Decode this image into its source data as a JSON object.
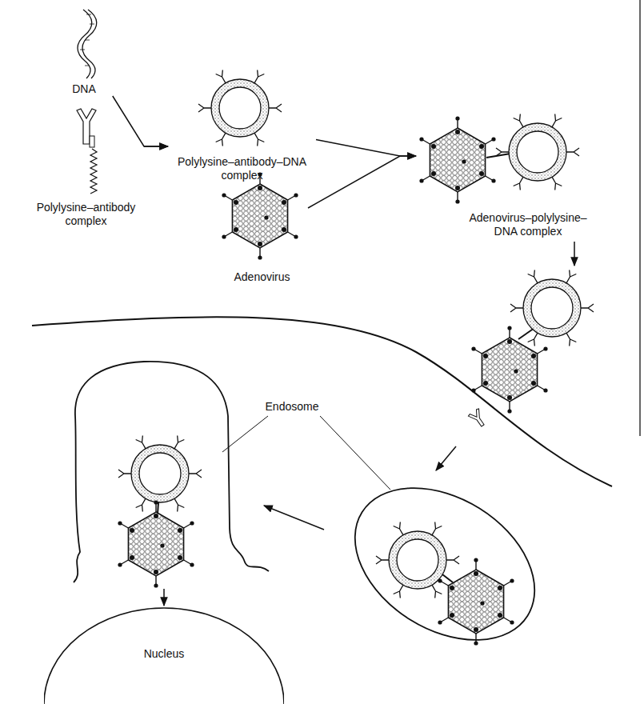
{
  "diagram": {
    "nodes": [
      {
        "text": [
          "DNA"
        ]
      },
      {
        "text": [
          "Polylysine–antibody complex"
        ]
      },
      {
        "text": [
          "Polylysine–antibody–DNA complex"
        ]
      },
      {
        "text": [
          "Adenovirus"
        ]
      },
      {
        "text": [
          "Adenovirus–polylysine–DNA complex"
        ]
      },
      {
        "text": [
          "Nucleus"
        ]
      }
    ],
    "edges": [
      {
        "from": 0,
        "to": 2,
        "arrow": "to"
      },
      {
        "from": 1,
        "to": 2,
        "arrow": "to"
      },
      {
        "from": 2,
        "to": 4,
        "arrow": "to"
      },
      {
        "from": 3,
        "to": 4,
        "arrow": "to"
      }
    ],
    "labels": [
      "Endosome"
    ]
  }
}
